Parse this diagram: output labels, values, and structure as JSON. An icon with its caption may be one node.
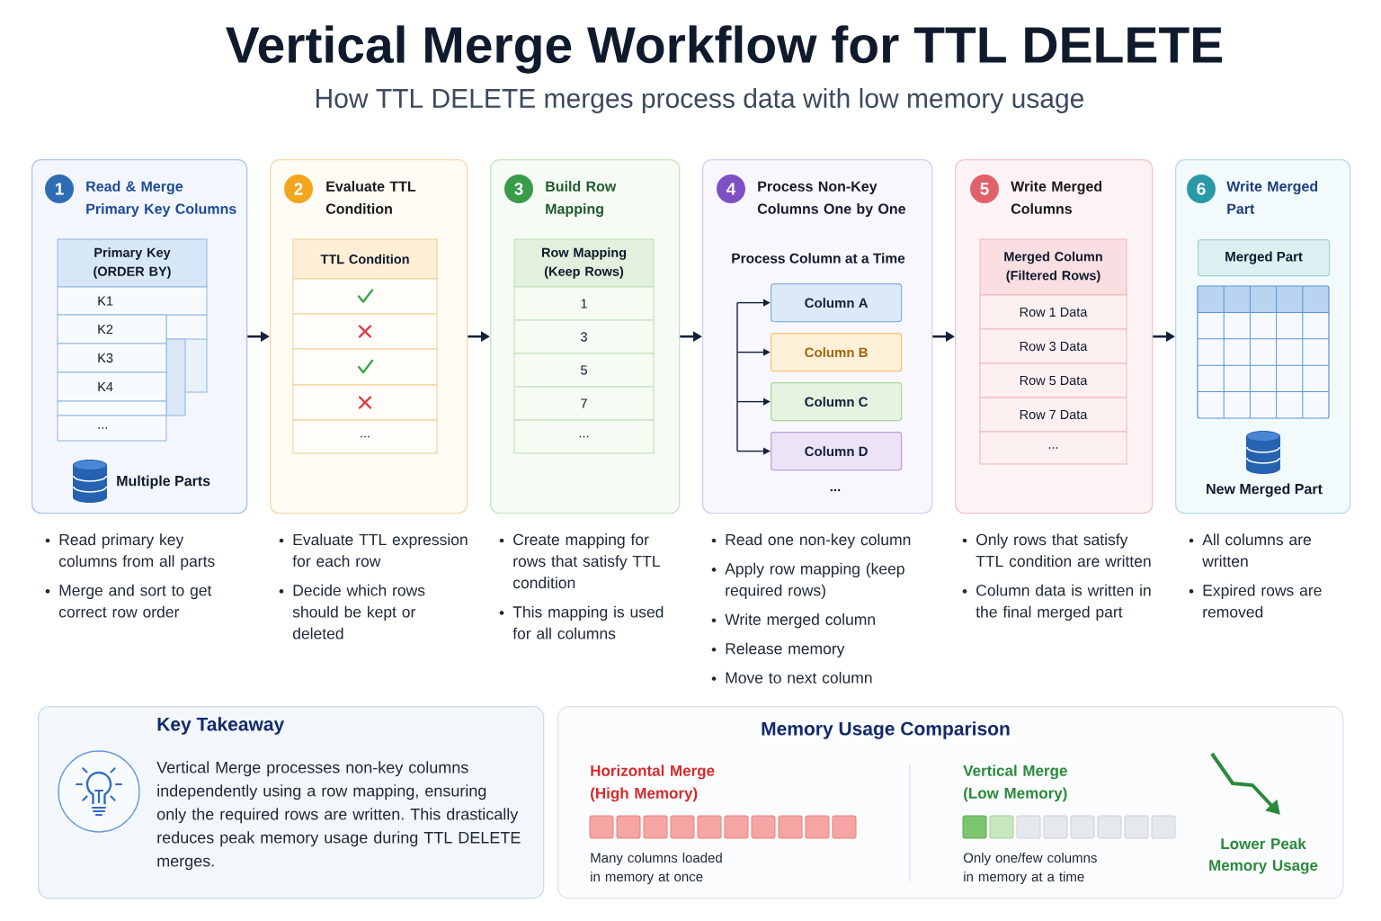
{
  "diagram": {
    "title": "Vertical Merge Workflow for TTL DELETE",
    "nodes": [
      {
        "text": [
          "Read & Merge Primary Key Columns",
          "Multiple Parts"
        ],
        "beside": [
          "Read primary key columns from all parts",
          "Merge and sort to get correct row order"
        ]
      },
      {
        "text": [
          "1"
        ],
        "in": 0
      },
      {
        "text": [
          "Primary Key (ORDER BY)",
          "K1",
          "K2",
          "K3",
          "K4",
          "..."
        ],
        "in": 0
      },
      {
        "text": [
          "Evaluate TTL Condition"
        ],
        "beside": [
          "Evaluate TTL expression for each row",
          "Decide which rows should be kept or deleted"
        ]
      },
      {
        "text": [
          "2"
        ],
        "in": 3
      },
      {
        "text": [
          "TTL Condition",
          "..."
        ],
        "in": 3
      },
      {
        "text": [
          "Build Row Mapping"
        ],
        "beside": [
          "Create mapping for rows that satisfy TTL condition",
          "This mapping is used for all columns"
        ]
      },
      {
        "text": [
          "3"
        ],
        "in": 6
      },
      {
        "text": [
          "Row Mapping (Keep Rows)",
          "1",
          "3",
          "5",
          "7",
          "..."
        ],
        "in": 6
      },
      {
        "text": [
          "Process Non-Key Columns One by One",
          "Process Column at a Time",
          "..."
        ],
        "beside": [
          "Read one non-key column",
          "Apply row mapping (keep required rows)",
          "Write merged column",
          "Release memory",
          "Move to next column"
        ]
      },
      {
        "text": [
          "4"
        ],
        "in": 9
      },
      {
        "text": [
          "Column A"
        ],
        "in": 9
      },
      {
        "text": [
          "Column B"
        ],
        "in": 9
      },
      {
        "text": [
          "Column C"
        ],
        "in": 9
      },
      {
        "text": [
          "Column D"
        ],
        "in": 9
      },
      {
        "text": [
          "Write Merged Columns"
        ],
        "beside": [
          "Only rows that satisfy TTL condition are written",
          "Column data is written in the final merged part"
        ]
      },
      {
        "text": [
          "5"
        ],
        "in": 15
      },
      {
        "text": [
          "Merged Column (Filtered Rows)",
          "Row 1 Data",
          "Row 3 Data",
          "Row 5 Data",
          "Row 7 Data",
          "..."
        ],
        "in": 15
      },
      {
        "text": [
          "Write Merged Part",
          "New Merged Part"
        ],
        "beside": [
          "All columns are written",
          "Expired rows are removed"
        ]
      },
      {
        "text": [
          "6"
        ],
        "in": 18
      },
      {
        "text": [
          "Merged Part"
        ],
        "in": 18
      },
      {
        "text": [
          "Key Takeaway",
          "Vertical Merge processes non-key columns independently using a row mapping, ensuring only the required rows are written. This drastically reduces peak memory usage during TTL DELETE merges."
        ]
      },
      {
        "text": [
          "Memory Usage Comparison",
          "Horizontal Merge (High Memory)",
          "Many columns loaded in memory at once",
          "Vertical Merge (Low Memory)",
          "Only one/few columns in memory at a time",
          "Lower Peak Memory Usage"
        ]
      }
    ],
    "edges": [
      {
        "from": 0,
        "to": 3,
        "arrow": "to"
      },
      {
        "from": 3,
        "to": 6,
        "arrow": "to"
      },
      {
        "from": 6,
        "to": 9,
        "arrow": "to"
      },
      {
        "from": 9,
        "to": 15,
        "arrow": "to"
      },
      {
        "from": 15,
        "to": 18,
        "arrow": "to"
      },
      {
        "from": null,
        "to": 11,
        "arrow": "to"
      },
      {
        "from": null,
        "to": 12,
        "arrow": "to"
      },
      {
        "from": null,
        "to": 13,
        "arrow": "to"
      },
      {
        "from": null,
        "to": 14,
        "arrow": "to"
      }
    ],
    "labels": [
      "How TTL DELETE merges process data with low memory usage"
    ]
  }
}
